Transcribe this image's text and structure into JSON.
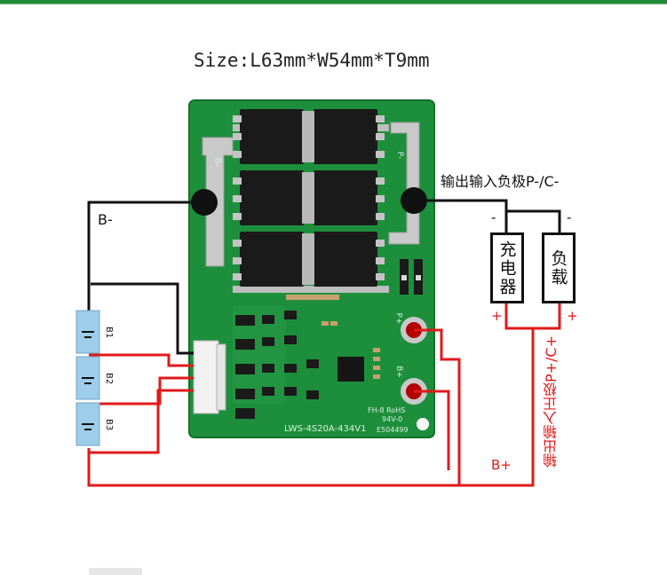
{
  "size_label": "Size:L63mm*W54mm*T9mm",
  "negative_terminal_label": "输出输入负极P-/C-",
  "positive_terminal_label": "输出输入正极P+/C+",
  "b_minus_label": "B-",
  "b_plus_label": "B+",
  "charger_label": "充电器",
  "load_label": "负载",
  "minus_sign": "-",
  "plus_sign": "+",
  "cells": [
    {
      "label": "B1"
    },
    {
      "label": "B2"
    },
    {
      "label": "B3"
    }
  ],
  "pcb": {
    "model_text": "LWS-4S20A-434V1",
    "rohs_text": "FH-8 RoHS",
    "rating_text": "94V-0",
    "code_text": "E504499",
    "pad_b_minus": "B-",
    "pad_p_minus": "P-",
    "pad_p_plus": "P+",
    "pad_b_plus": "B+"
  },
  "colors": {
    "board_green": "#1d8f3c",
    "wire_red": "#e01a1a",
    "wire_black": "#111111",
    "cell_blue": "#9dcde8"
  }
}
